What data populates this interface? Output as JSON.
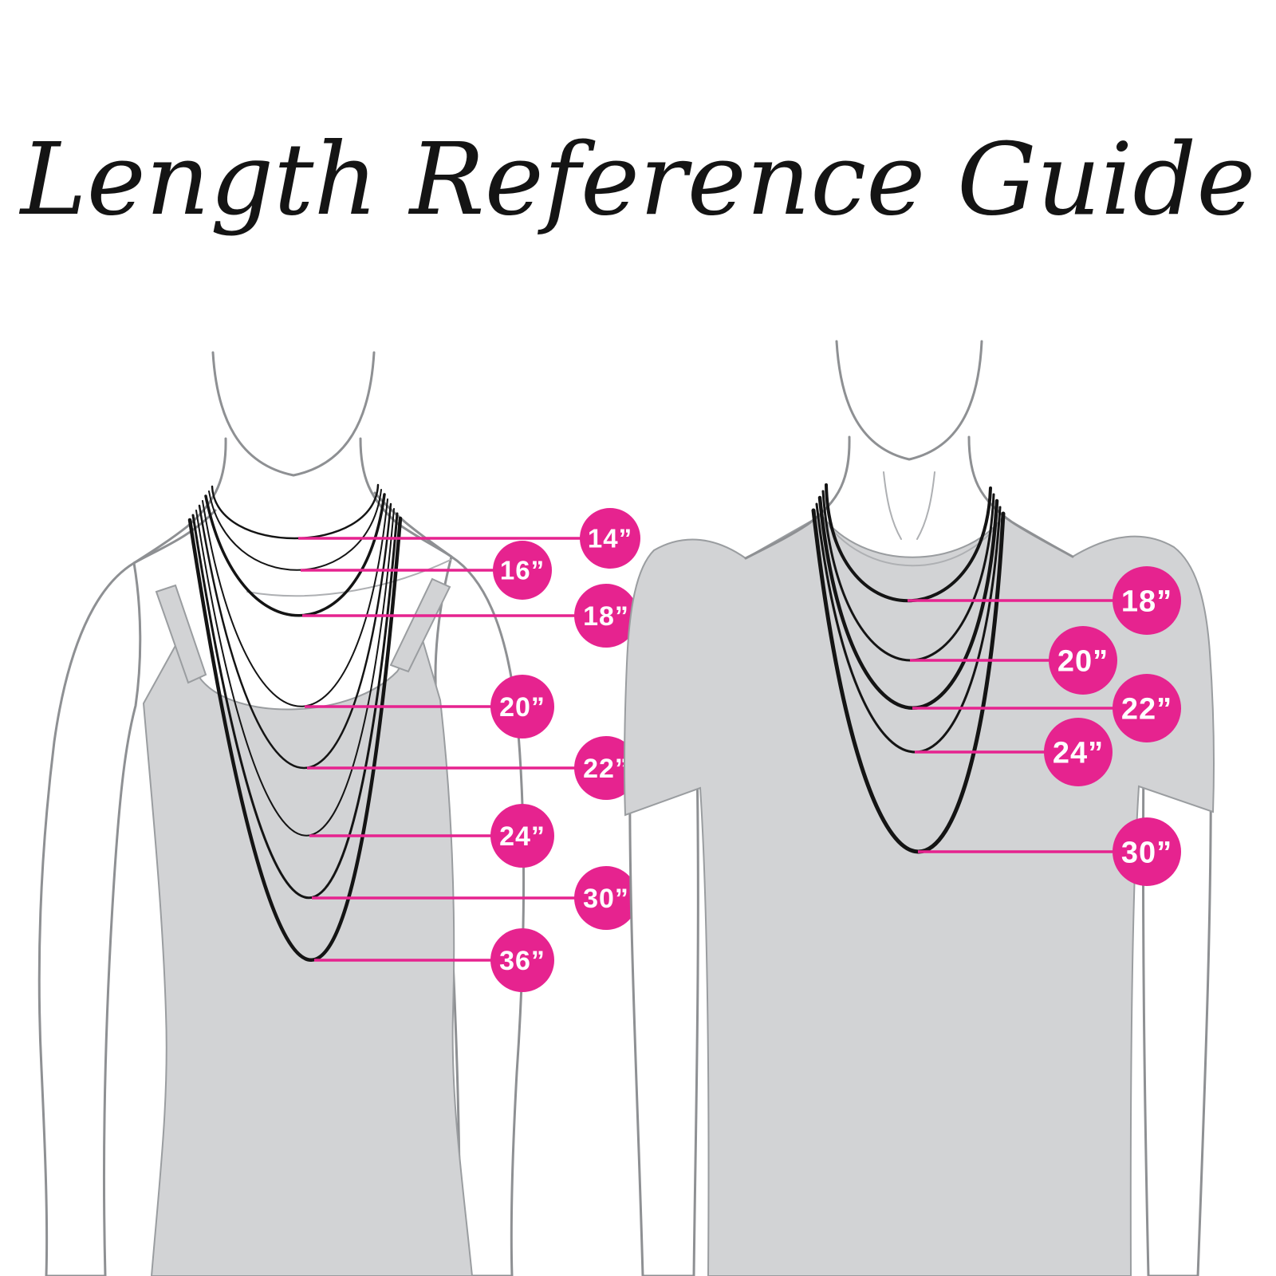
{
  "title": "Length Reference Guide",
  "colors": {
    "accent_pink": "#E6238F",
    "garment_gray": "#D2D3D5",
    "outline_gray": "#8E9093",
    "necklace_black": "#141414",
    "background": "#FFFFFF",
    "badge_text": "#FFFFFF"
  },
  "female_figure": {
    "labels": [
      {
        "length": "14”"
      },
      {
        "length": "16”"
      },
      {
        "length": "18”"
      },
      {
        "length": "20”"
      },
      {
        "length": "22”"
      },
      {
        "length": "24”"
      },
      {
        "length": "30”"
      },
      {
        "length": "36”"
      }
    ]
  },
  "male_figure": {
    "labels": [
      {
        "length": "18”"
      },
      {
        "length": "20”"
      },
      {
        "length": "22”"
      },
      {
        "length": "24”"
      },
      {
        "length": "30”"
      }
    ]
  }
}
